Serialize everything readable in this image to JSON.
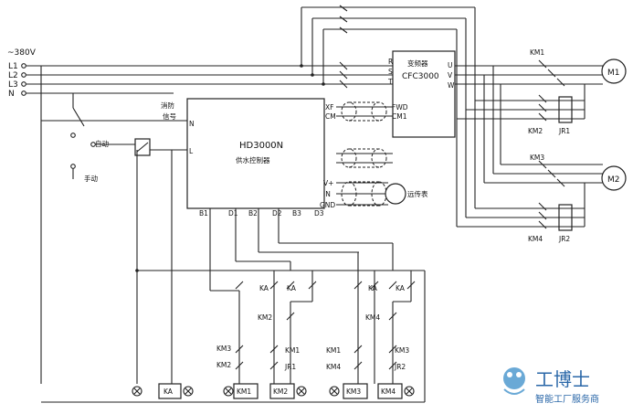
{
  "supply": {
    "voltage": "~380V",
    "lines": [
      "L1",
      "L2",
      "L3",
      "N"
    ]
  },
  "vfd": {
    "label_cn": "变频器",
    "model": "CFC3000",
    "inputs": [
      "R",
      "S",
      "T"
    ],
    "outputs": [
      "U",
      "V",
      "W"
    ]
  },
  "controller": {
    "model": "HD3000N",
    "label_cn": "供水控制器",
    "left_pins": [
      "N",
      "L"
    ],
    "right_pins": [
      "XF",
      "CM",
      "FWD",
      "CM1",
      "V+",
      "IN",
      "GND"
    ],
    "bottom_pins": [
      "B1",
      "D1",
      "B2",
      "D2",
      "B3",
      "D3"
    ]
  },
  "fire_signal": "消防\n信号",
  "mode_auto": "自动",
  "mode_manual": "手动",
  "gauge": "远传表",
  "motors": [
    {
      "name": "M1",
      "contactors": [
        "KM1",
        "KM2"
      ],
      "relay": "JR1"
    },
    {
      "name": "M2",
      "contactors": [
        "KM3",
        "KM4"
      ],
      "relay": "JR2"
    }
  ],
  "ladder": {
    "contact_labels": [
      "KA",
      "KA",
      "KM2",
      "KM3",
      "KM2",
      "KM1",
      "JR1",
      "KA",
      "KA",
      "KM4",
      "KM1",
      "KM4",
      "KM3",
      "JR2"
    ],
    "coils": [
      "KA",
      "KM1",
      "KM2",
      "KM3",
      "KM4"
    ]
  },
  "watermark": {
    "brand": "工博士",
    "tagline": "智能工厂服务商"
  }
}
